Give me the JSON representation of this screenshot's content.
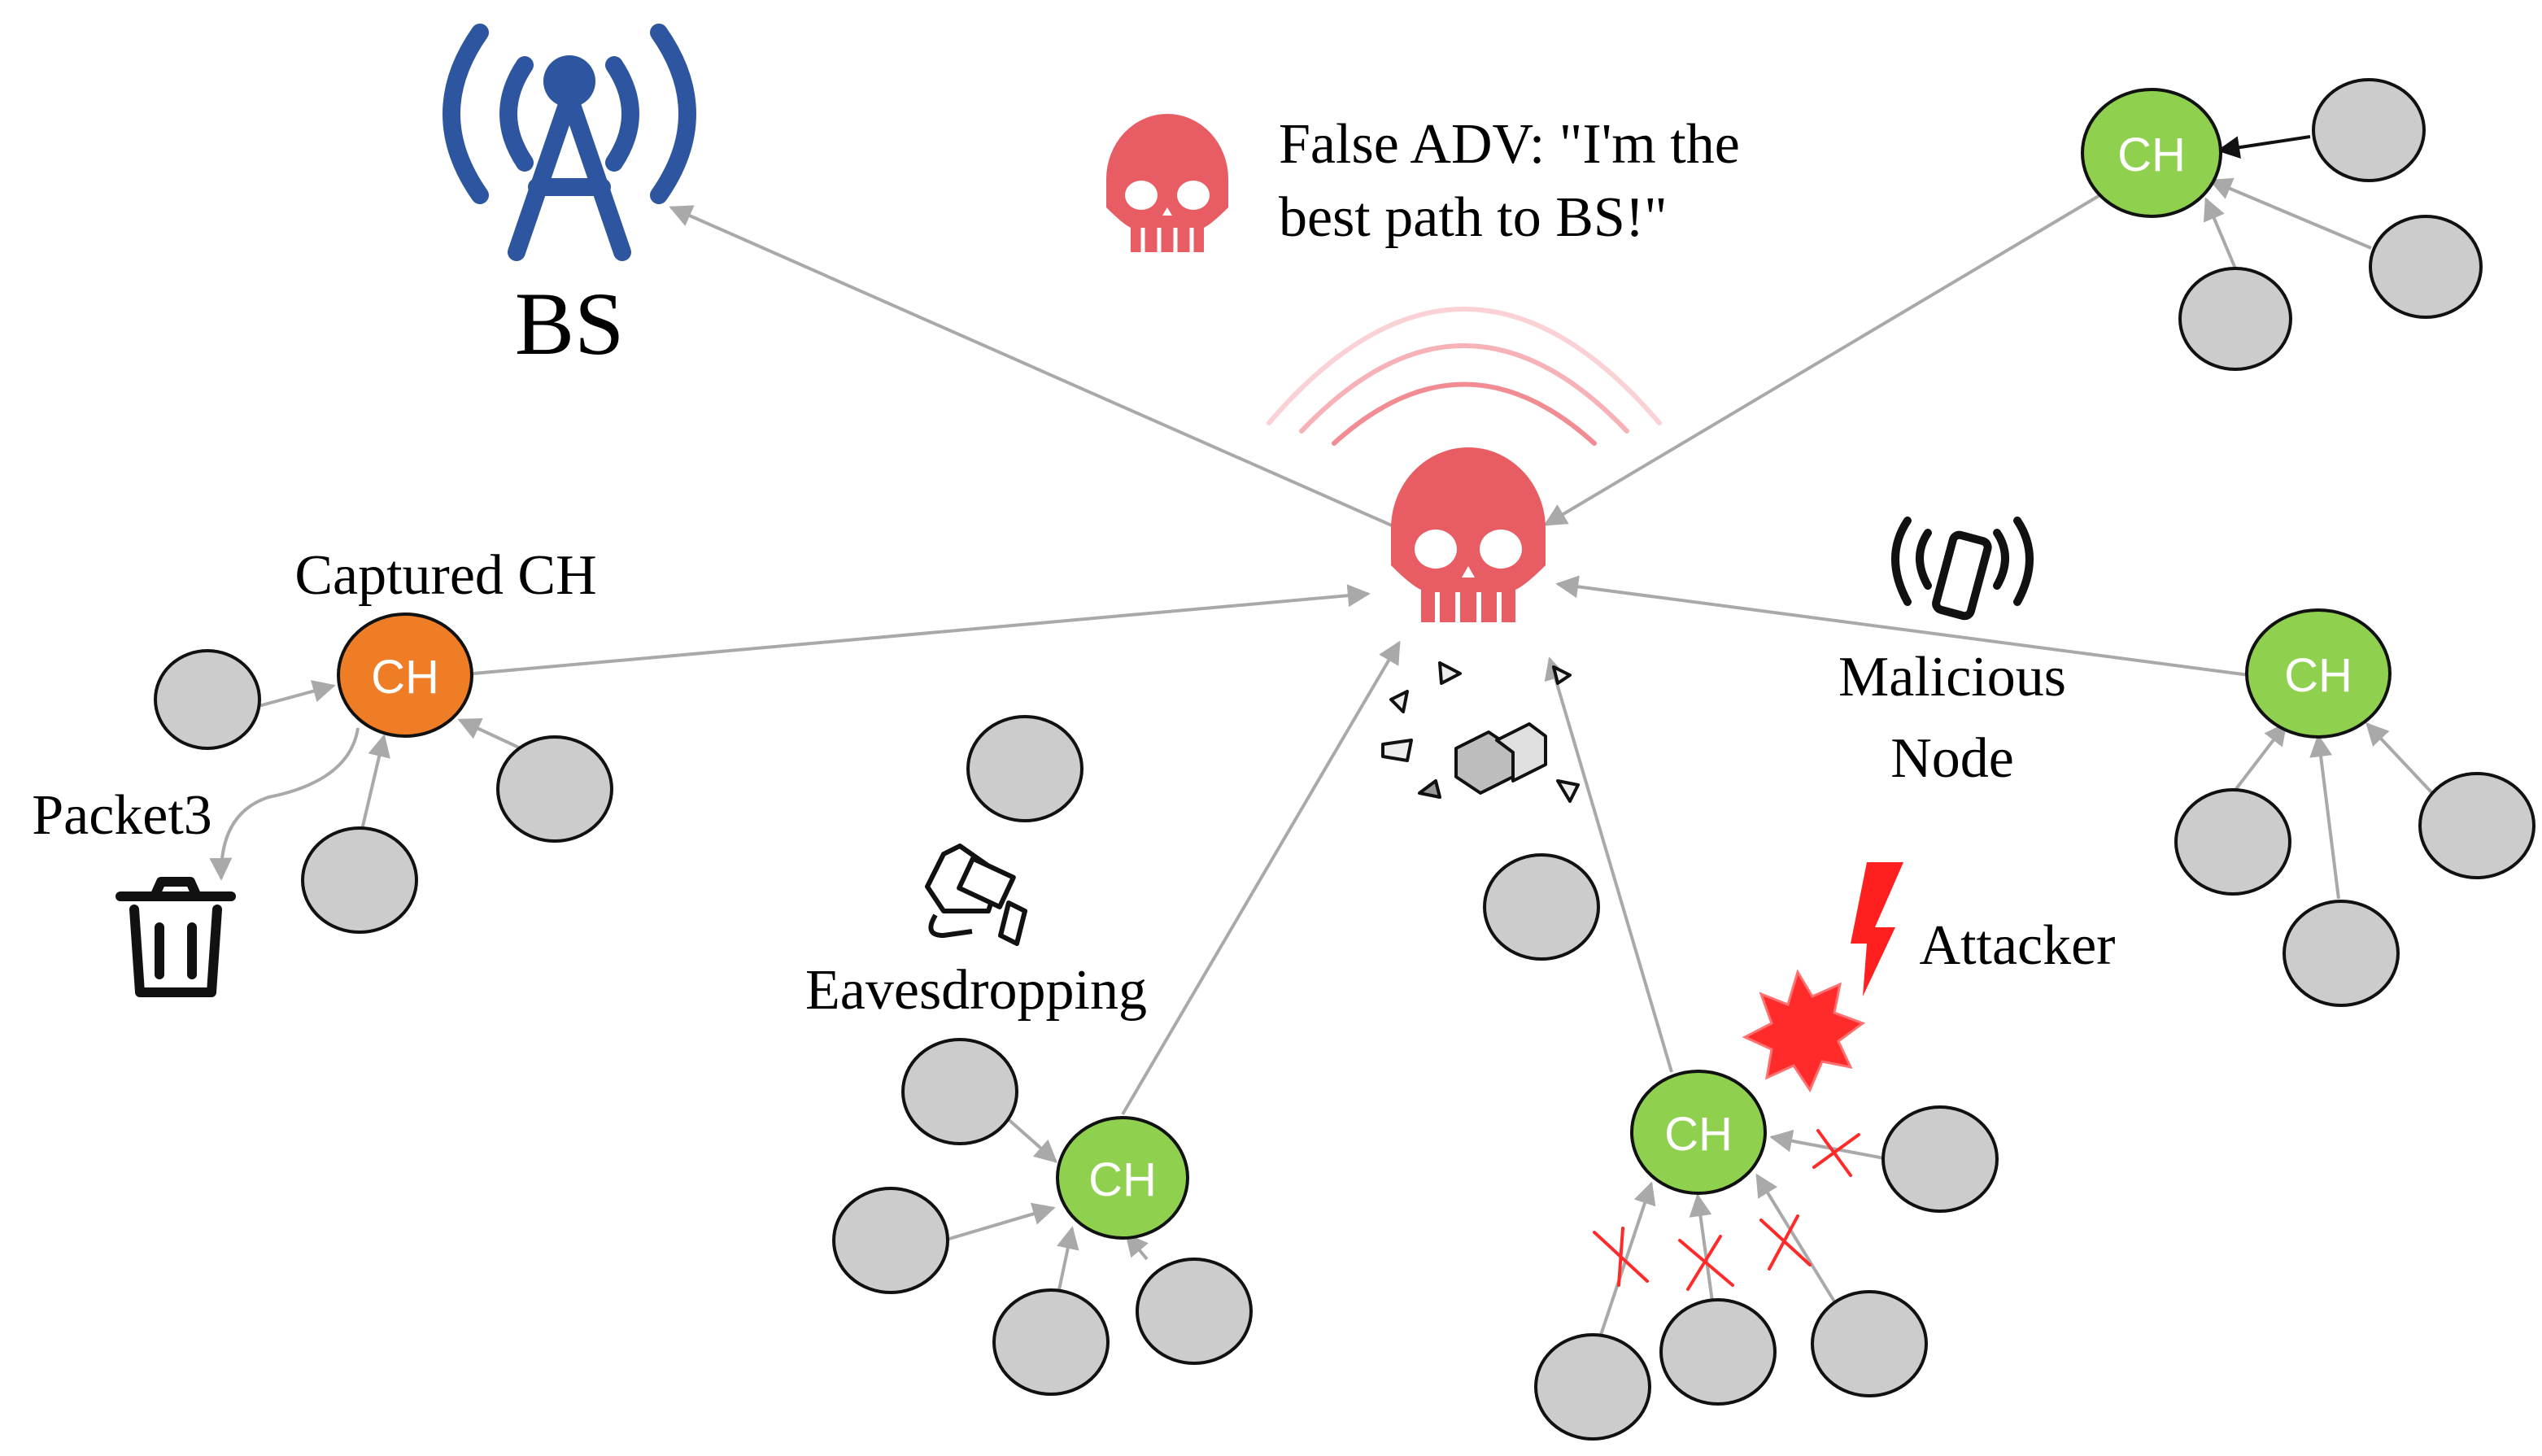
{
  "labels": {
    "bs": "BS",
    "false_adv_line1": "False ADV: \"I'm the",
    "false_adv_line2": "best path to BS!\"",
    "captured_ch": "Captured CH",
    "packet": "Packet3",
    "eavesdropping": "Eavesdropping",
    "malicious_line1": "Malicious",
    "malicious_line2": "Node",
    "attacker": "Attacker"
  },
  "cluster_head_label": "CH",
  "colors": {
    "cluster_head": "#8fd14f",
    "captured_cluster_head": "#ef7d25",
    "sensor_node": "#cccccc",
    "malicious": "#e85d63",
    "base_station": "#2e56a0",
    "attack_burst": "#ff2a2a",
    "edge": "#a9a9a9"
  },
  "icons": [
    "base-station-tower-icon",
    "skull-icon",
    "wireless-signal-icon",
    "trash-icon",
    "spy-camera-icon",
    "phone-signal-icon",
    "lightning-icon",
    "explosion-icon",
    "broken-box-icon"
  ]
}
